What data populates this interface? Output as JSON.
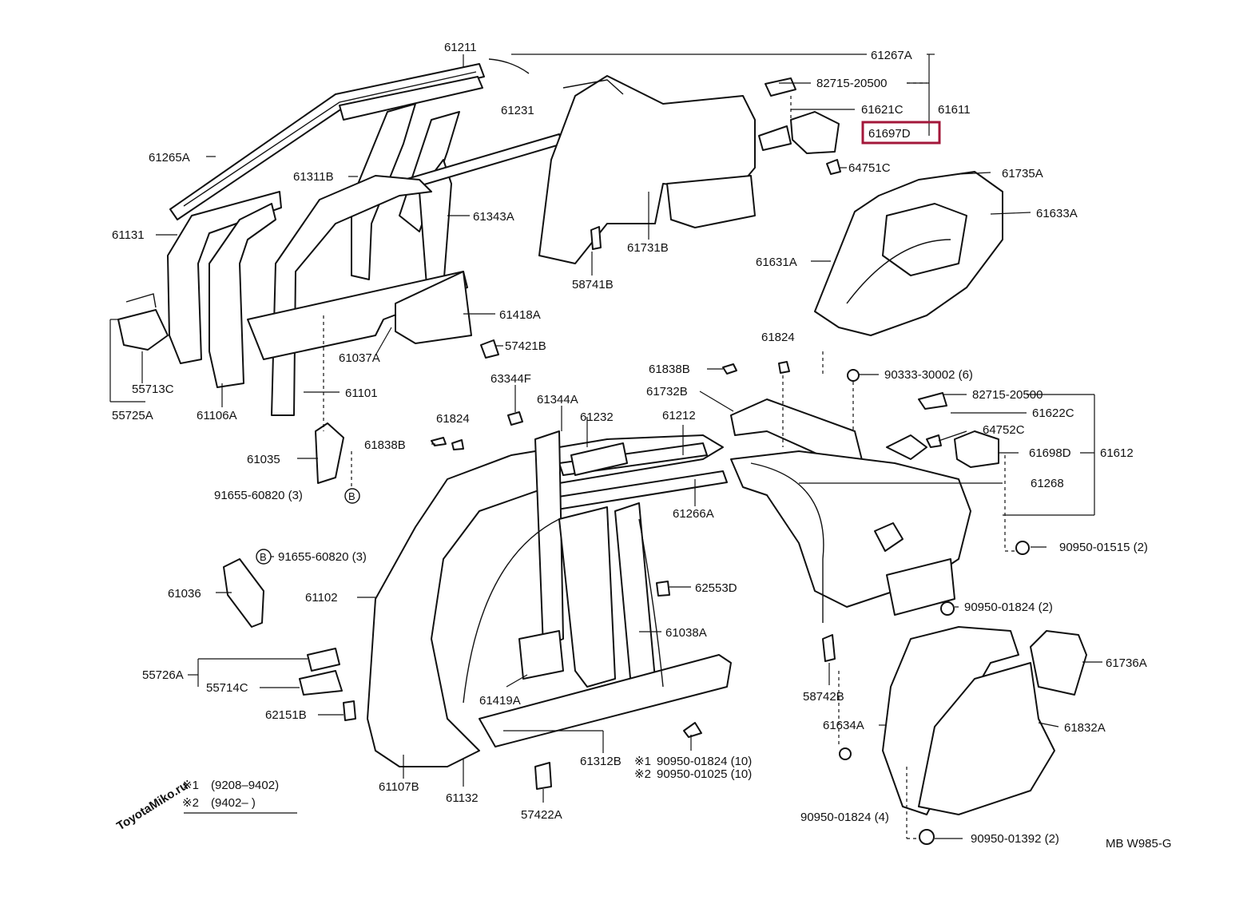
{
  "watermark": "ToyotaMiko.ru",
  "diagram_code": "MB W985-G",
  "highlighted_part": "61697D",
  "notes": [
    {
      "mark": "※1",
      "text": "(9208–9402)"
    },
    {
      "mark": "※2",
      "text": "(9402–          )"
    }
  ],
  "labels": [
    "61211",
    "61267A",
    "82715-20500",
    "61621C",
    "61611",
    "61697D",
    "64751C",
    "61265A",
    "61231",
    "61311B",
    "61343A",
    "61131",
    "61731B",
    "58741B",
    "61735A",
    "61633A",
    "61631A",
    "61418A",
    "61037A",
    "57421B",
    "55713C",
    "55725A",
    "61106A",
    "61101",
    "61824",
    "61838B",
    "90333-30002 (6)",
    "63344F",
    "61344A",
    "61732B",
    "82715-20500",
    "61622C",
    "64752C",
    "61698D",
    "61612",
    "61824",
    "61232",
    "61212",
    "61838B",
    "61035",
    "91655-60820 (3)",
    "61268",
    "61266A",
    "90950-01515 (2)",
    "91655-60820 (3)",
    "61036",
    "61102",
    "62553D",
    "90950-01824 (2)",
    "61038A",
    "55726A",
    "55714C",
    "61419A",
    "61736A",
    "58742B",
    "62151B",
    "61634A",
    "61832A",
    "61312B",
    "90950-01824 (10)",
    "90950-01025 (10)",
    "61107B",
    "61132",
    "57422A",
    "90950-01824 (4)",
    "90950-01392 (2)"
  ],
  "circle_marks": [
    "B",
    "B"
  ],
  "note_marks": [
    "※1",
    "※2"
  ]
}
